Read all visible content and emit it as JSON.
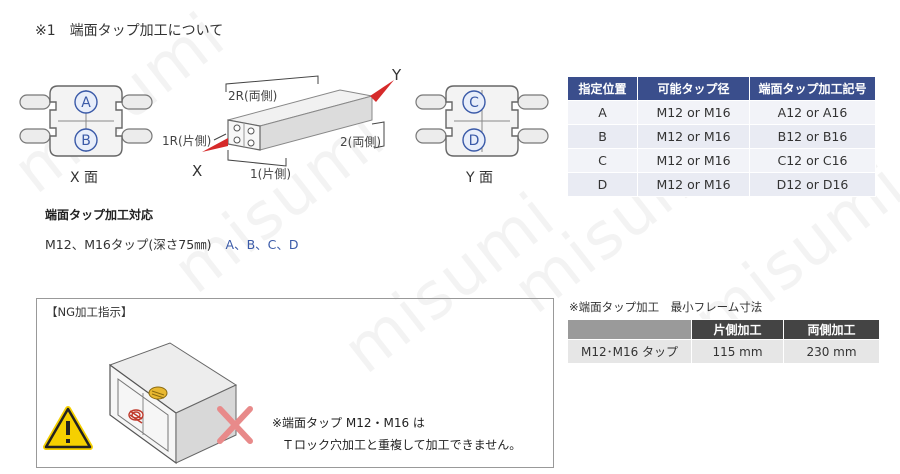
{
  "title": "※1　端面タップ加工について",
  "watermark": "misumi",
  "x_face_label": "X 面",
  "y_face_label": "Y 面",
  "diagram": {
    "label_2r": "2R(両側)",
    "label_1r": "1R(片側)",
    "label_2": "2(両側)",
    "label_1": "1(片側)",
    "label_x": "X",
    "label_y": "Y",
    "pos_a": "A",
    "pos_b": "B",
    "pos_c": "C",
    "pos_d": "D"
  },
  "tap_section": {
    "title": "端面タップ加工対応",
    "text": "M12、M16タップ(深さ75㎜)",
    "positions": "A、B、C、D"
  },
  "assignment_table": {
    "headers": [
      "指定位置",
      "可能タップ径",
      "端面タップ加工記号"
    ],
    "rows": [
      [
        "A",
        "M12 or M16",
        "A12 or A16"
      ],
      [
        "B",
        "M12 or M16",
        "B12 or B16"
      ],
      [
        "C",
        "M12 or M16",
        "C12 or C16"
      ],
      [
        "D",
        "M12 or M16",
        "D12 or D16"
      ]
    ]
  },
  "min_frame": {
    "title": "※端面タップ加工　最小フレーム寸法",
    "headers": [
      "",
      "片側加工",
      "両側加工"
    ],
    "row": [
      "M12･M16 タップ",
      "115 mm",
      "230 mm"
    ]
  },
  "ng": {
    "label": "【NG加工指示】",
    "note_line1": "※端面タップ M12・M16 は",
    "note_line2": "Ｔロック穴加工と重複して加工できません。"
  },
  "colors": {
    "header_blue": "#3a4e8c",
    "arrow_red": "#d62a2a",
    "warning_yellow": "#f5d000",
    "cross_red": "#e88a8a",
    "position_blue": "#3a5aa8"
  }
}
